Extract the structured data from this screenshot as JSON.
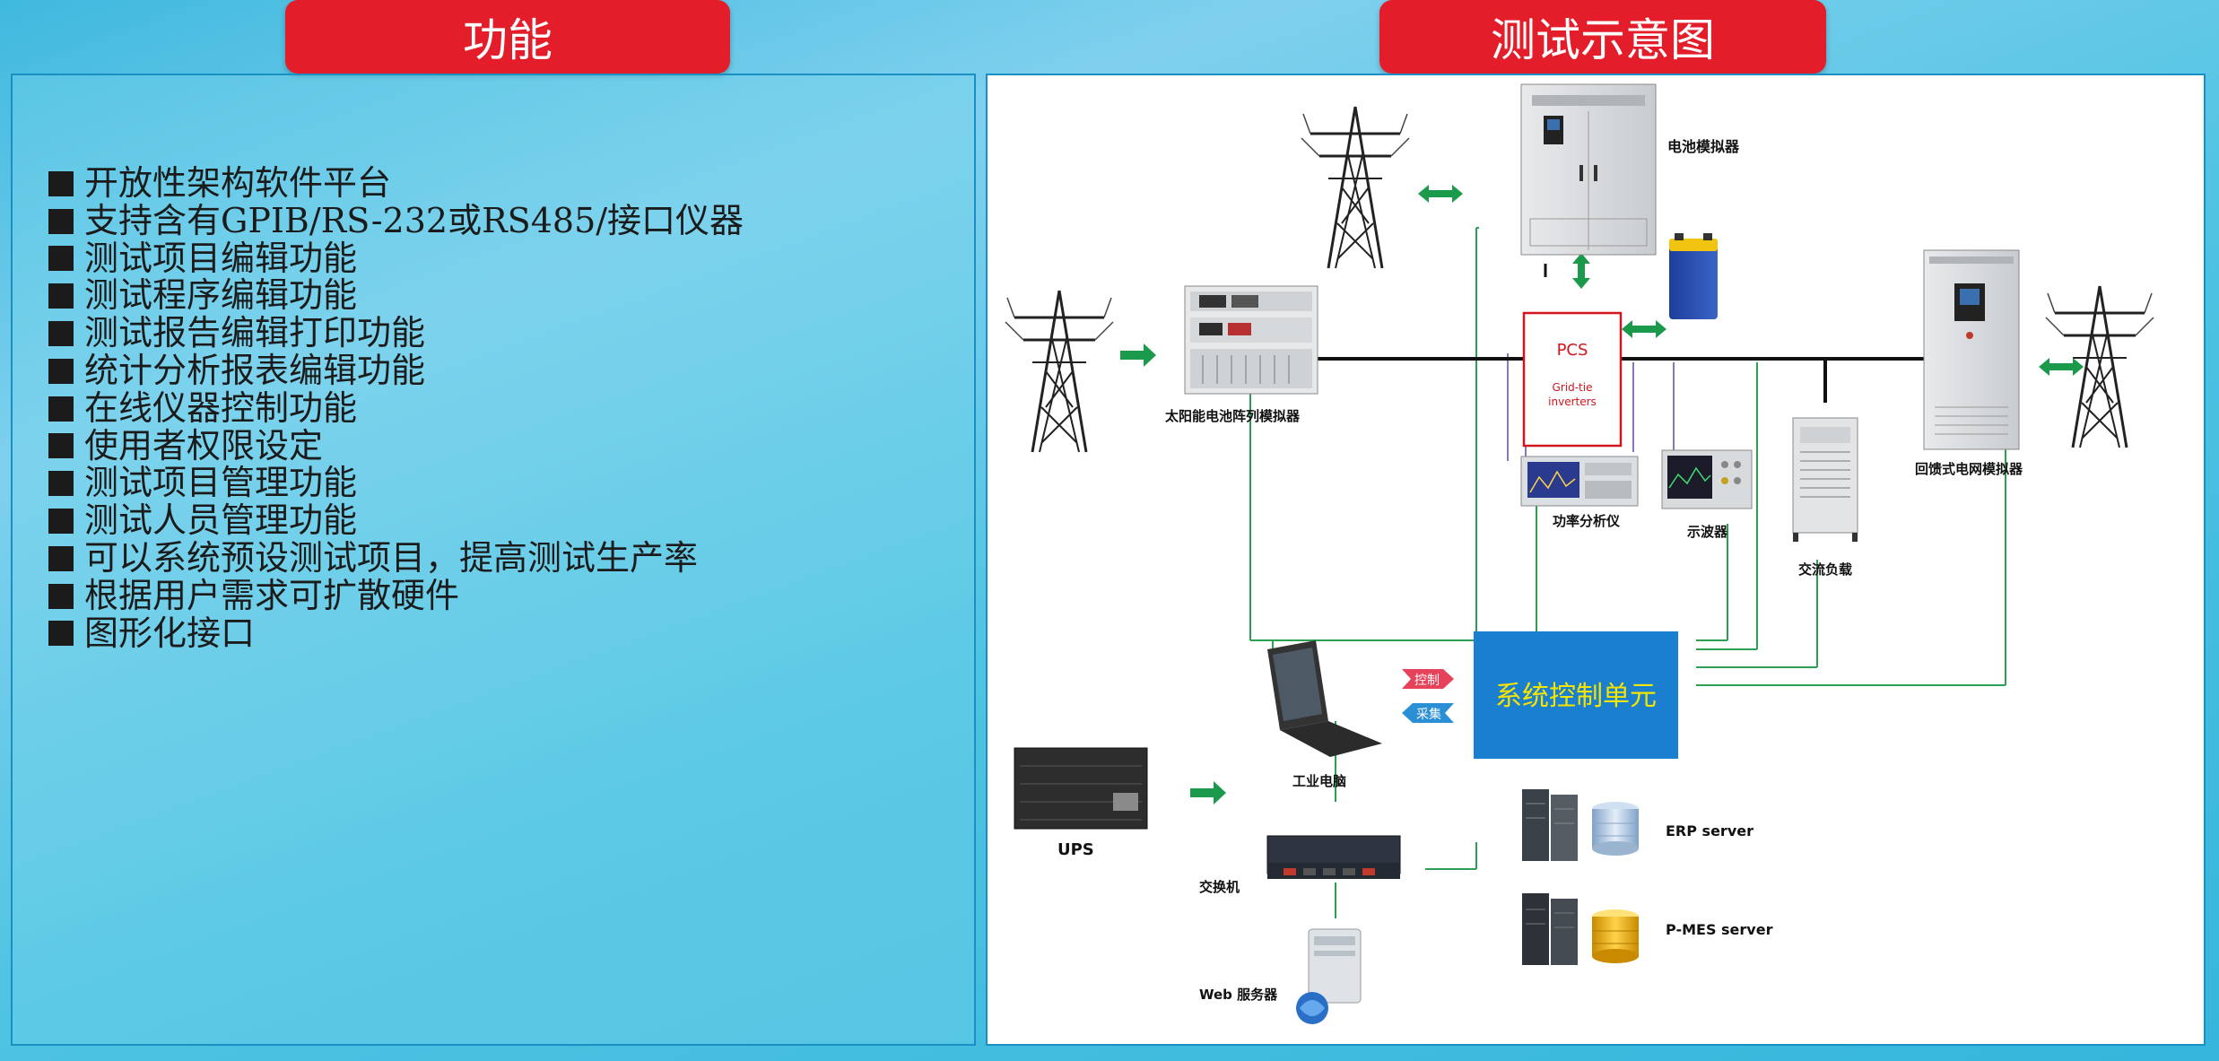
{
  "headers": {
    "left_title": "功能",
    "right_title": "测试示意图"
  },
  "features": [
    "开放性架构软件平台",
    "支持含有GPIB/RS-232或RS485/接口仪器",
    "测试项目编辑功能",
    "测试程序编辑功能",
    "测试报告编辑打印功能",
    "统计分析报表编辑功能",
    "在线仪器控制功能",
    "使用者权限设定",
    "测试项目管理功能",
    "测试人员管理功能",
    "可以系统预设测试项目，提高测试生产率",
    "根据用户需求可扩散硬件",
    "图形化接口"
  ],
  "diagram": {
    "battery_sim": "电池模拟器",
    "solar_sim": "太阳能电池阵列模拟器",
    "pcs_title": "PCS",
    "pcs_sub1": "Grid-tie",
    "pcs_sub2": "inverters",
    "power_analyzer": "功率分析仪",
    "oscilloscope": "示波器",
    "ac_load": "交流负载",
    "grid_sim": "回馈式电网模拟器",
    "control_unit": "系统控制单元",
    "control_tag": "控制",
    "collect_tag": "采集",
    "ipc": "工业电脑",
    "ups": "UPS",
    "switch": "交换机",
    "web_server": "Web 服务器",
    "erp": "ERP server",
    "mes": "P-MES server"
  },
  "colors": {
    "header_red": "#e31e2a",
    "control_blue": "#1a7fcf",
    "control_text": "#f5e400",
    "pcs_red": "#d4141c",
    "connector_green": "#2ea055",
    "arrow_green": "#1a9a4a"
  }
}
